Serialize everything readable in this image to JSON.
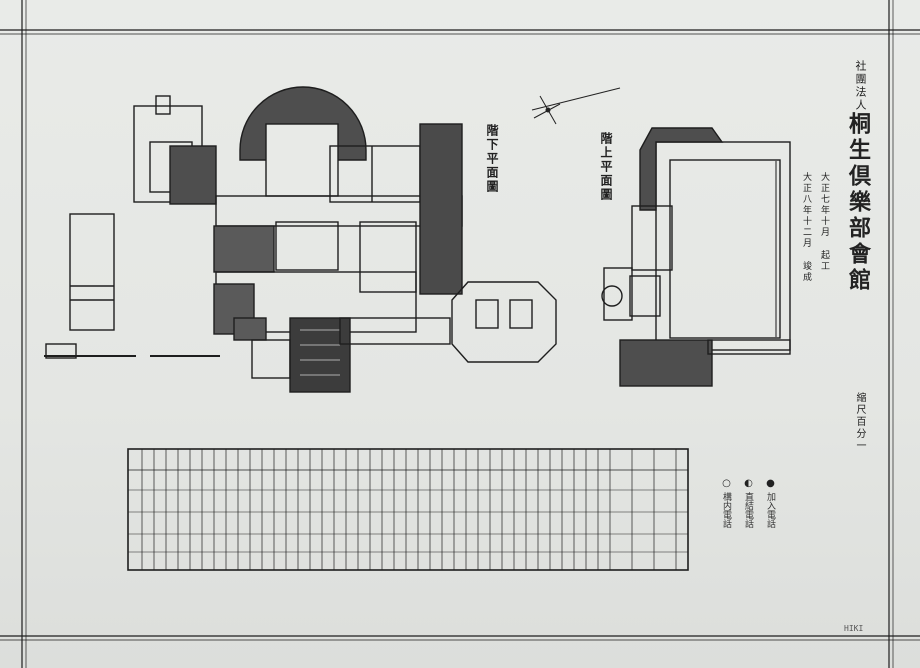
{
  "title": {
    "organization": "社團法人",
    "name": "桐生倶樂部會館"
  },
  "dates": {
    "start": "大正七年十月 起工",
    "end": "大正八年十二月 竣成"
  },
  "scale": "縮尺百分一",
  "plans": {
    "lower": "階下平面圖",
    "upper": "階上平面圖"
  },
  "legend": [
    {
      "symbol": "●",
      "label": "加入電話"
    },
    {
      "symbol": "◐",
      "label": "直結電話"
    },
    {
      "symbol": "○",
      "label": "構内電話"
    }
  ],
  "catalog_no": "HIKI",
  "colors": {
    "ink": "#1e1e1e",
    "fill": "#5a5a5a",
    "paper": "#e6e8e5"
  }
}
